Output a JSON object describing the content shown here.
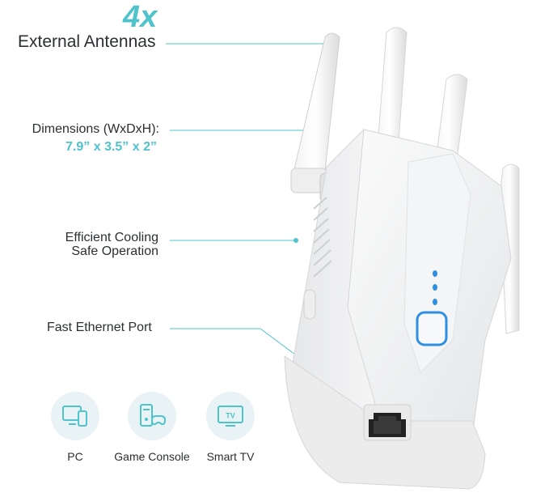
{
  "callouts": {
    "antennas_count": "4x",
    "antennas_label": "External Antennas",
    "dimensions_label": "Dimensions (WxDxH):",
    "dimensions_value": "7.9” x 3.5” x 2”",
    "cooling_line1": "Efficient Cooling",
    "cooling_line2": "Safe Operation",
    "ethernet_label": "Fast Ethernet Port"
  },
  "devices": [
    {
      "label": "PC",
      "icon": "pc-icon"
    },
    {
      "label": "Game Console",
      "icon": "game-console-icon"
    },
    {
      "label": "Smart TV",
      "icon": "smart-tv-icon",
      "badge": "TV"
    }
  ],
  "colors": {
    "accent": "#4ec3cc",
    "led": "#2f8fe0",
    "text": "#2b2f33"
  }
}
